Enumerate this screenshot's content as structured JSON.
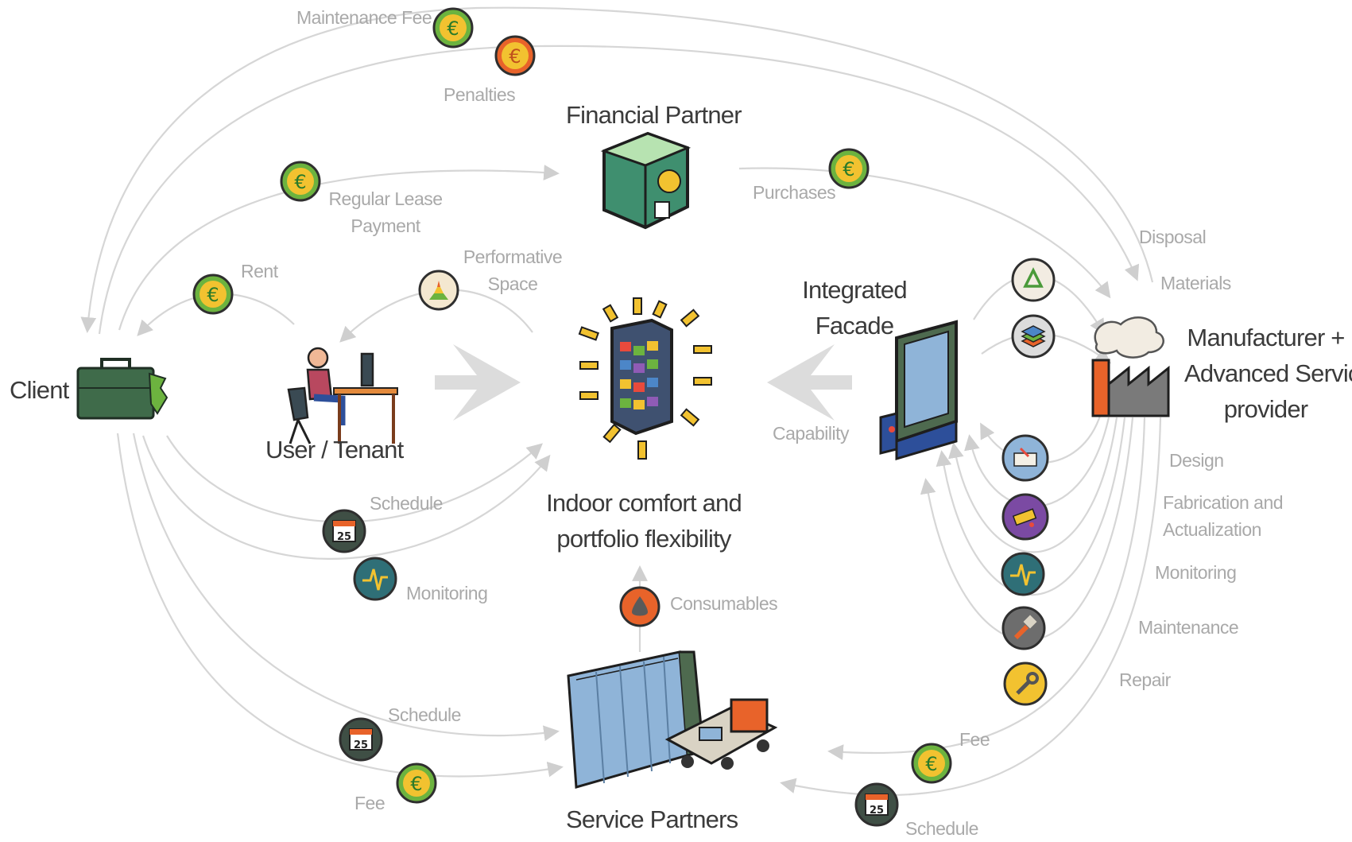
{
  "actors": {
    "financial_partner": "Financial Partner",
    "client": "Client",
    "user_tenant": "User / Tenant",
    "integrated_facade_line1": "Integrated",
    "integrated_facade_line2": "Facade",
    "manufacturer_line1": "Manufacturer +",
    "manufacturer_line2": "Advanced Service",
    "manufacturer_line3": "provider",
    "center_line1": "Indoor comfort and",
    "center_line2": "portfolio flexibility",
    "service_partners": "Service Partners"
  },
  "flows": {
    "maintenance_fee": "Maintenance Fee",
    "penalties": "Penalties",
    "regular_lease_line1": "Regular Lease",
    "regular_lease_line2": "Payment",
    "purchases": "Purchases",
    "rent": "Rent",
    "performative_line1": "Performative",
    "performative_line2": "Space",
    "disposal": "Disposal",
    "materials": "Materials",
    "capability": "Capability",
    "schedule_user": "Schedule",
    "monitoring_user": "Monitoring",
    "design": "Design",
    "fabrication_line1": "Fabrication and",
    "fabrication_line2": "Actualization",
    "monitoring_mfr": "Monitoring",
    "maintenance": "Maintenance",
    "repair": "Repair",
    "consumables": "Consumables",
    "schedule_client": "Schedule",
    "fee_client": "Fee",
    "fee_mfr": "Fee",
    "schedule_mfr": "Schedule"
  },
  "calendar_day": "25",
  "currency_symbol": "€",
  "colors": {
    "money_green": "#6cb33f",
    "penalty_orange": "#e8632a",
    "flow_gray": "#d6d6d6",
    "label_gray": "#a9a9a9",
    "title_dark": "#3b3b3b",
    "monitor_teal": "#2f6f77",
    "design_blue": "#8fb4d8",
    "fab_purple": "#7b4aa3",
    "repair_yellow": "#f2c230",
    "paint_gray": "#6d6d6d",
    "bank_green": "#3f8f6f"
  },
  "icons": [
    "euro-coin-icon",
    "calendar-icon",
    "heartbeat-monitor-icon",
    "pyramid-icon",
    "recycle-icon",
    "layers-icon",
    "design-icon",
    "fabrication-icon",
    "paintbrush-icon",
    "wrench-icon",
    "drop-icon",
    "briefcase-icon",
    "safe-icon",
    "factory-icon",
    "facade-panel-icon",
    "user-at-desk-icon",
    "building-burst-icon",
    "service-truck-icon"
  ]
}
